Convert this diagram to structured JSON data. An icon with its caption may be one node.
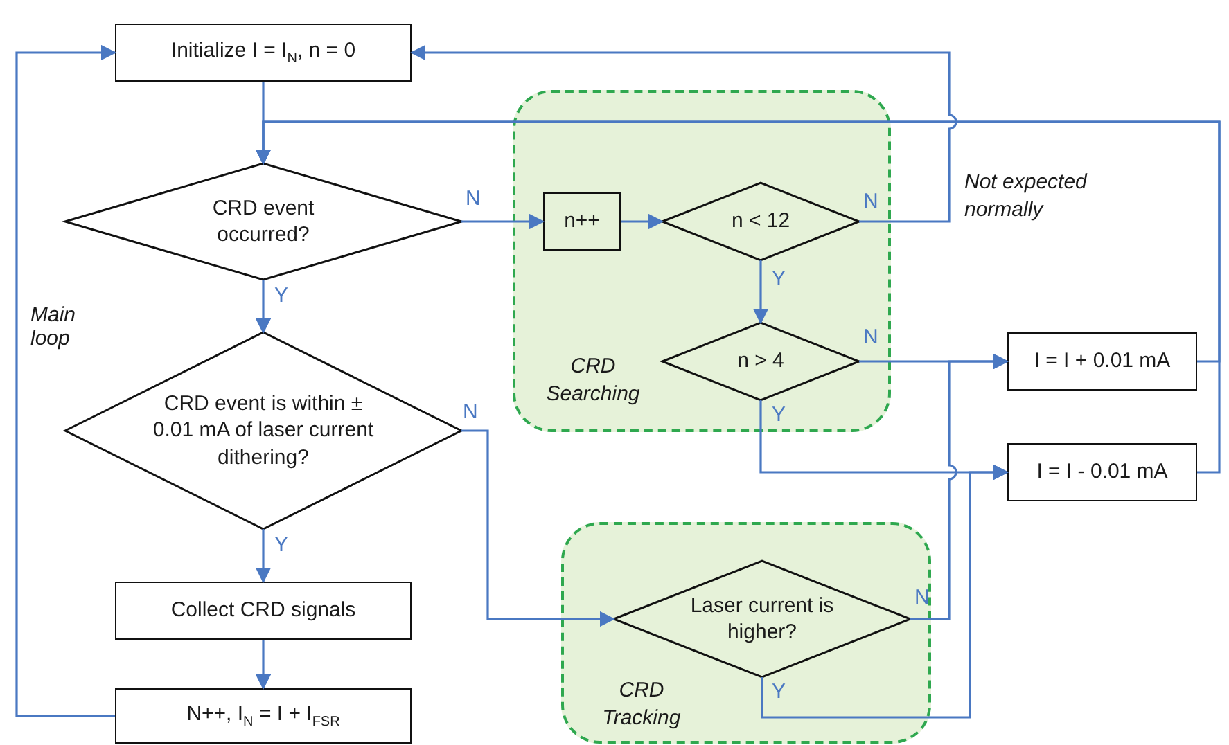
{
  "diagram": {
    "nodes": [
      {
        "text": [
          "Initialize I = I$_{N}$, n = 0"
        ]
      },
      {
        "text": [
          "CRD event occurred?"
        ]
      },
      {
        "text": [
          "CRD Searching"
        ]
      },
      {
        "text": [
          "n++"
        ],
        "in": 2
      },
      {
        "text": [
          "n < 12"
        ],
        "in": 2
      },
      {
        "text": [
          "n > 4"
        ],
        "in": 2
      },
      {
        "text": [
          "CRD event is within ± 0.01 mA of laser current dithering?"
        ]
      },
      {
        "text": [
          "Collect CRD signals"
        ]
      },
      {
        "text": [
          "N++, I$_{N}$ = I + I$_{FSR}$"
        ]
      },
      {
        "text": [
          "CRD Tracking"
        ]
      },
      {
        "text": [
          "Laser current is higher?"
        ],
        "in": 9
      },
      {
        "text": [
          "I = I + 0.01 mA"
        ]
      },
      {
        "text": [
          "I = I - 0.01 mA"
        ]
      }
    ],
    "edges": [
      {
        "from": 0,
        "to": 1,
        "arrow": "to"
      },
      {
        "from": 1,
        "to": 3,
        "arrow": "to",
        "label": "N"
      },
      {
        "from": 1,
        "to": 6,
        "arrow": "to",
        "label": "Y"
      },
      {
        "from": 3,
        "to": 4,
        "arrow": "to"
      },
      {
        "from": 4,
        "to": 0,
        "arrow": "to",
        "label": "N"
      },
      {
        "from": 4,
        "to": 5,
        "arrow": "to",
        "label": "Y"
      },
      {
        "from": 5,
        "to": 11,
        "arrow": "to",
        "label": "N"
      },
      {
        "from": 5,
        "to": 12,
        "arrow": "to",
        "label": "Y"
      },
      {
        "from": 6,
        "to": 10,
        "arrow": "to",
        "label": "N"
      },
      {
        "from": 6,
        "to": 7,
        "arrow": "to",
        "label": "Y"
      },
      {
        "from": 7,
        "to": 8,
        "arrow": "to"
      },
      {
        "from": 8,
        "to": 0,
        "arrow": "to",
        "label": "Main loop"
      },
      {
        "from": 10,
        "to": 11,
        "arrow": "to",
        "label": "N"
      },
      {
        "from": 10,
        "to": 12,
        "arrow": "to",
        "label": "Y"
      },
      {
        "from": 11,
        "to": 1,
        "arrow": "to"
      },
      {
        "from": 12,
        "to": 1,
        "arrow": "to"
      }
    ],
    "labels": [
      "Not expected normally"
    ]
  }
}
